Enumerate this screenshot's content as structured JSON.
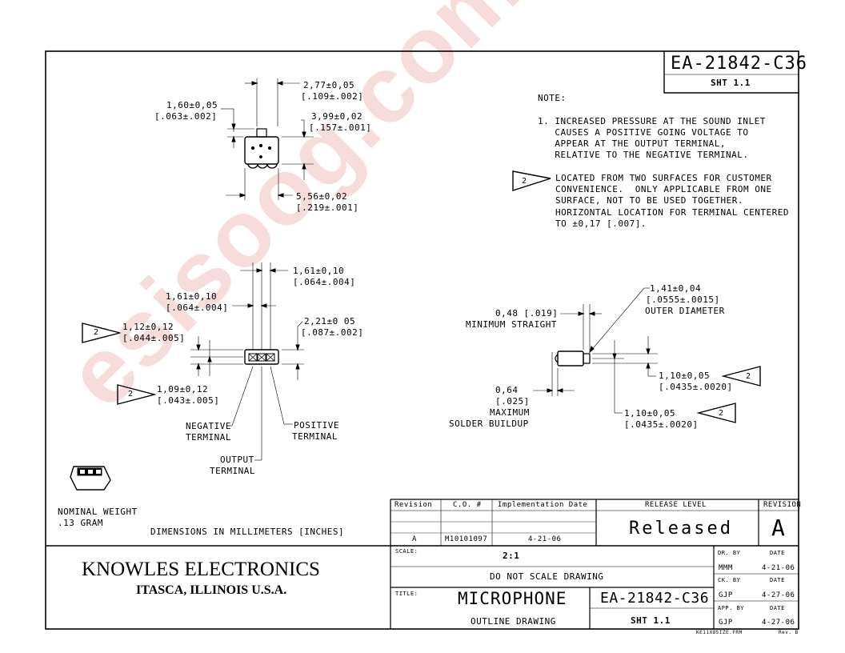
{
  "header": {
    "doc_number": "EA-21842-C36",
    "sheet": "SHT 1.1"
  },
  "note": {
    "title": "NOTE:",
    "item1": [
      "1. INCREASED PRESSURE AT THE SOUND INLET",
      "   CAUSES A POSITIVE GOING VOLTAGE TO",
      "   APPEAR AT THE OUTPUT TERMINAL,",
      "   RELATIVE TO THE NEGATIVE TERMINAL."
    ],
    "item2": [
      "LOCATED FROM TWO SURFACES FOR CUSTOMER",
      "CONVENIENCE.  ONLY APPLICABLE FROM ONE",
      "SURFACE, NOT TO BE USED TOGETHER.",
      "HORIZONTAL LOCATION FOR TERMINAL CENTERED",
      "TO ±0,17 [.007]."
    ],
    "flag": "2"
  },
  "top_view": {
    "d_top": [
      "2,77±0,05",
      "[.109±.002]"
    ],
    "d_left": [
      "1,60±0,05",
      "[.063±.002]"
    ],
    "d_right": [
      "3,99±0,02",
      "[.157±.001]"
    ],
    "d_width": [
      "5,56±0,02",
      "[.219±.001]"
    ]
  },
  "front_view": {
    "d_pitch_top": [
      "1,61±0,10",
      "[.064±.004]"
    ],
    "d_pitch_left": [
      "1,61±0,10",
      "[.064±.004]"
    ],
    "d_flag_upper": [
      "1,12±0,12",
      "[.044±.005]"
    ],
    "d_right": [
      "2,21±0 05",
      "[.087±.002]"
    ],
    "d_flag_lower": [
      "1,09±0,12",
      "[.043±.005]"
    ],
    "negative": [
      "NEGATIVE",
      "TERMINAL"
    ],
    "positive": [
      "POSITIVE",
      "TERMINAL"
    ],
    "output": [
      "OUTPUT",
      "TERMINAL"
    ]
  },
  "side_view": {
    "min_straight": [
      "0,48 [.019]",
      "MINIMUM STRAIGHT"
    ],
    "outer": [
      "1,41±0,04",
      "[.0555±.0015]",
      "OUTER DIAMETER"
    ],
    "solder": [
      "0,64",
      "[.025]",
      "MAXIMUM",
      "SOLDER BUILDUP"
    ],
    "d_upper": [
      "1,10±0,05",
      "[.0435±.0020]"
    ],
    "d_lower": [
      "1,10±0,05",
      "[.0435±.0020]"
    ]
  },
  "misc": {
    "weight": [
      "NOMINAL WEIGHT",
      ".13 GRAM"
    ],
    "units": "DIMENSIONS IN MILLIMETERS [INCHES]"
  },
  "revision_table": {
    "headers": [
      "Revision",
      "C.O. #",
      "Implementation Date"
    ],
    "row": [
      "A",
      "M10101097",
      "4-21-06"
    ],
    "release_level_label": "RELEASE LEVEL",
    "release_level": "Released",
    "revision_label": "REVISION",
    "revision": "A"
  },
  "title_block": {
    "company": "KNOWLES ELECTRONICS",
    "location": "ITASCA, ILLINOIS U.S.A.",
    "scale_label": "SCALE:",
    "scale": "2:1",
    "no_scale": "DO NOT SCALE DRAWING",
    "title_label": "TITLE:",
    "title": "MICROPHONE",
    "subtitle": "OUTLINE DRAWING",
    "doc_number": "EA-21842-C36",
    "sheet": "SHT 1.1",
    "dr_by_label": "DR. BY",
    "dr_by": "MMM",
    "dr_date_label": "DATE",
    "dr_date": "4-21-06",
    "ck_by_label": "CK. BY",
    "ck_by": "GJP",
    "ck_date_label": "DATE",
    "ck_date": "4-27-06",
    "app_by_label": "APP. BY",
    "app_by": "GJP",
    "app_date_label": "DATE",
    "app_date": "4-27-06",
    "footer_file": "KE11X8SIZE.FRM",
    "footer_rev": "Rev. B"
  },
  "watermark": "esisoog.com"
}
